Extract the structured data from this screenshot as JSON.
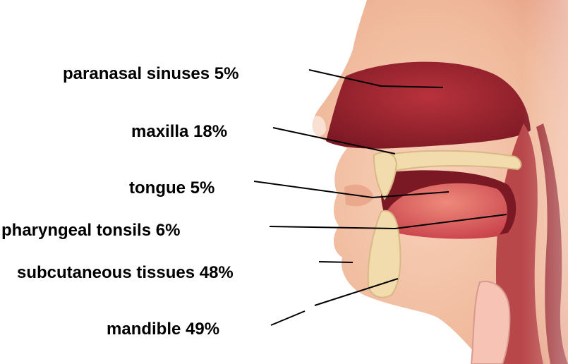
{
  "diagram": {
    "labels": {
      "paranasal_sinuses": "paranasal sinuses 5%",
      "maxilla": "maxilla 18%",
      "tongue": "tongue 5%",
      "pharyngeal_tonsils": "pharyngeal tonsils 6%",
      "subcutaneous_tissues": "subcutaneous tissues 48%",
      "mandible": "mandible 49%"
    },
    "colors": {
      "skin": "#f4c4a8",
      "skin_shadow": "#e59d82",
      "cavity": "#8e1f2a",
      "cavity_light": "#b8323c",
      "bone": "#f2dcae",
      "tongue": "#d9545a",
      "pharynx": "#b8474a",
      "leader_line": "#000000"
    }
  }
}
